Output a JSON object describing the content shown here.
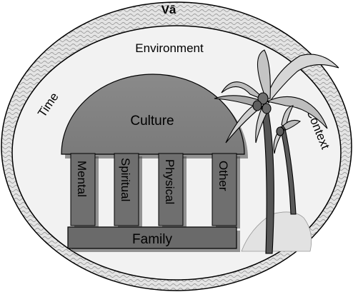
{
  "title": "Vā",
  "labels": {
    "environment": "Environment",
    "time": "Time",
    "context": "Context",
    "culture": "Culture",
    "family": "Family"
  },
  "pillars": [
    {
      "label": "Mental"
    },
    {
      "label": "Spiritual"
    },
    {
      "label": "Physical"
    },
    {
      "label": "Other"
    }
  ],
  "colors": {
    "outer_ring": "#d8d8d8",
    "inner_fill": "#f0f0f0",
    "dome": "#808080",
    "pillar": "#6f6f6f",
    "family_bar": "#6a6a6a",
    "outline": "#000000"
  },
  "icons": [
    "palm-tree-icon",
    "island-mound-icon"
  ]
}
